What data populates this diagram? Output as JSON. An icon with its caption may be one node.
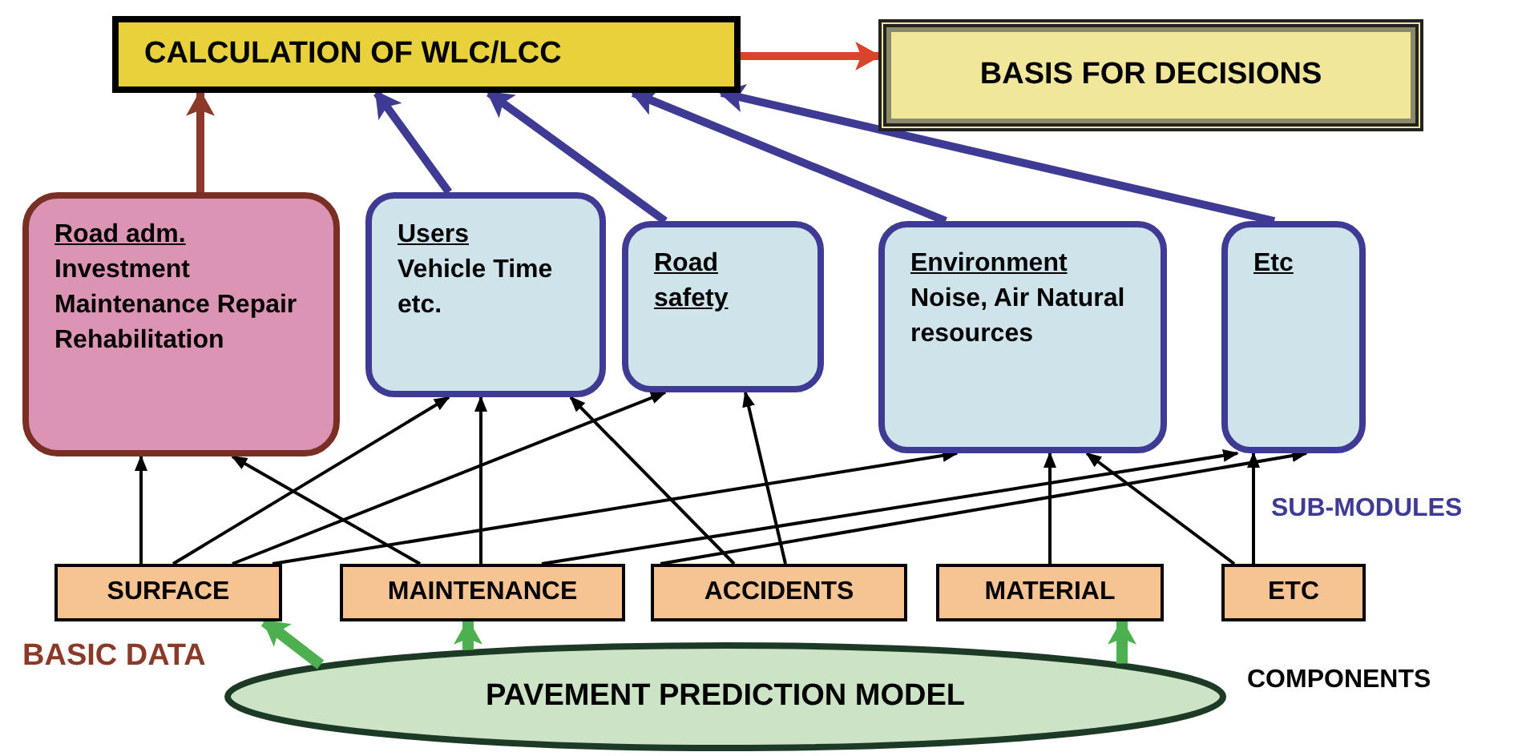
{
  "diagram": {
    "nodes": [
      {
        "text": [
          "CALCULATION OF WLC/LCC"
        ]
      },
      {
        "text": [
          "BASIS FOR DECISIONS"
        ]
      },
      {
        "text": [
          "Road adm.",
          "Investment Maintenance Repair Rehabilitation"
        ]
      },
      {
        "text": [
          "Users",
          "Vehicle Time etc."
        ]
      },
      {
        "text": [
          "Road safety"
        ]
      },
      {
        "text": [
          "Environment",
          "Noise, Air Natural resources"
        ]
      },
      {
        "text": [
          "Etc"
        ]
      },
      {
        "text": [
          "SURFACE"
        ]
      },
      {
        "text": [
          "MAINTENANCE"
        ]
      },
      {
        "text": [
          "ACCIDENTS"
        ]
      },
      {
        "text": [
          "MATERIAL"
        ]
      },
      {
        "text": [
          "ETC"
        ]
      },
      {
        "text": [
          "PAVEMENT PREDICTION MODEL"
        ]
      }
    ],
    "edges": [
      {
        "from": 0,
        "to": 1,
        "arrow": "to",
        "style": "thick",
        "color": "#d9452b"
      },
      {
        "from": 2,
        "to": 0,
        "arrow": "to",
        "style": "thick",
        "color": "#8b3a2a"
      },
      {
        "from": 3,
        "to": 0,
        "arrow": "to",
        "style": "thick",
        "color": "#3f3a93"
      },
      {
        "from": 4,
        "to": 0,
        "arrow": "to",
        "style": "thick",
        "color": "#3f3a93"
      },
      {
        "from": 5,
        "to": 0,
        "arrow": "to",
        "style": "thick",
        "color": "#3f3a93"
      },
      {
        "from": 6,
        "to": 0,
        "arrow": "to",
        "style": "thick",
        "color": "#3f3a93"
      },
      {
        "from": 7,
        "to": 2,
        "arrow": "to"
      },
      {
        "from": 7,
        "to": 3,
        "arrow": "to"
      },
      {
        "from": 7,
        "to": 4,
        "arrow": "to"
      },
      {
        "from": 7,
        "to": 5,
        "arrow": "to"
      },
      {
        "from": 8,
        "to": 2,
        "arrow": "to"
      },
      {
        "from": 8,
        "to": 3,
        "arrow": "to"
      },
      {
        "from": 8,
        "to": 6,
        "arrow": "to"
      },
      {
        "from": 9,
        "to": 3,
        "arrow": "to"
      },
      {
        "from": 9,
        "to": 4,
        "arrow": "to"
      },
      {
        "from": 9,
        "to": 6,
        "arrow": "to"
      },
      {
        "from": 10,
        "to": 5,
        "arrow": "to"
      },
      {
        "from": 11,
        "to": 5,
        "arrow": "to"
      },
      {
        "from": 11,
        "to": 6,
        "arrow": "to"
      },
      {
        "from": 12,
        "to": 7,
        "arrow": "to",
        "style": "thick",
        "color": "#4cb050"
      },
      {
        "from": 12,
        "to": 8,
        "arrow": "to",
        "style": "thick",
        "color": "#4cb050"
      },
      {
        "from": 12,
        "to": 10,
        "arrow": "to",
        "style": "thick",
        "color": "#4cb050"
      }
    ],
    "labels": [
      "SUB-MODULES",
      "BASIC DATA",
      "COMPONENTS"
    ]
  }
}
